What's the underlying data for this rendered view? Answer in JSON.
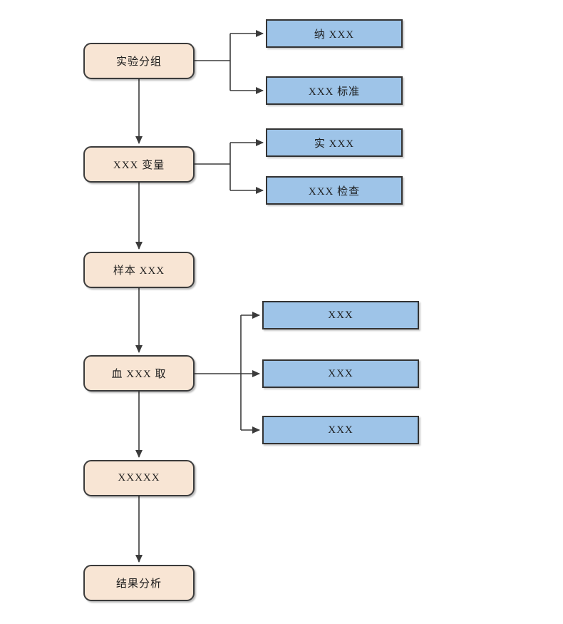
{
  "colors": {
    "process_fill": "#F8E5D4",
    "process_border": "#3b3b3b",
    "item_fill": "#9EC4E8",
    "item_border": "#333333",
    "connector": "#3b3b3b",
    "text": "#1b1b1b",
    "background": "#ffffff"
  },
  "flowchart": {
    "main_steps": [
      {
        "label": "实验分组"
      },
      {
        "label": "XXX 变量"
      },
      {
        "label": "样本 XXX"
      },
      {
        "label": "血 XXX 取"
      },
      {
        "label": "XXXXX"
      },
      {
        "label": "结果分析"
      }
    ],
    "branches": [
      {
        "from": "实验分组",
        "items": [
          "纳 XXX",
          "XXX 标准"
        ]
      },
      {
        "from": "XXX 变量",
        "items": [
          "实 XXX",
          "XXX 检查"
        ]
      },
      {
        "from": "血 XXX 取",
        "items": [
          "XXX",
          "XXX",
          "XXX"
        ]
      }
    ]
  }
}
